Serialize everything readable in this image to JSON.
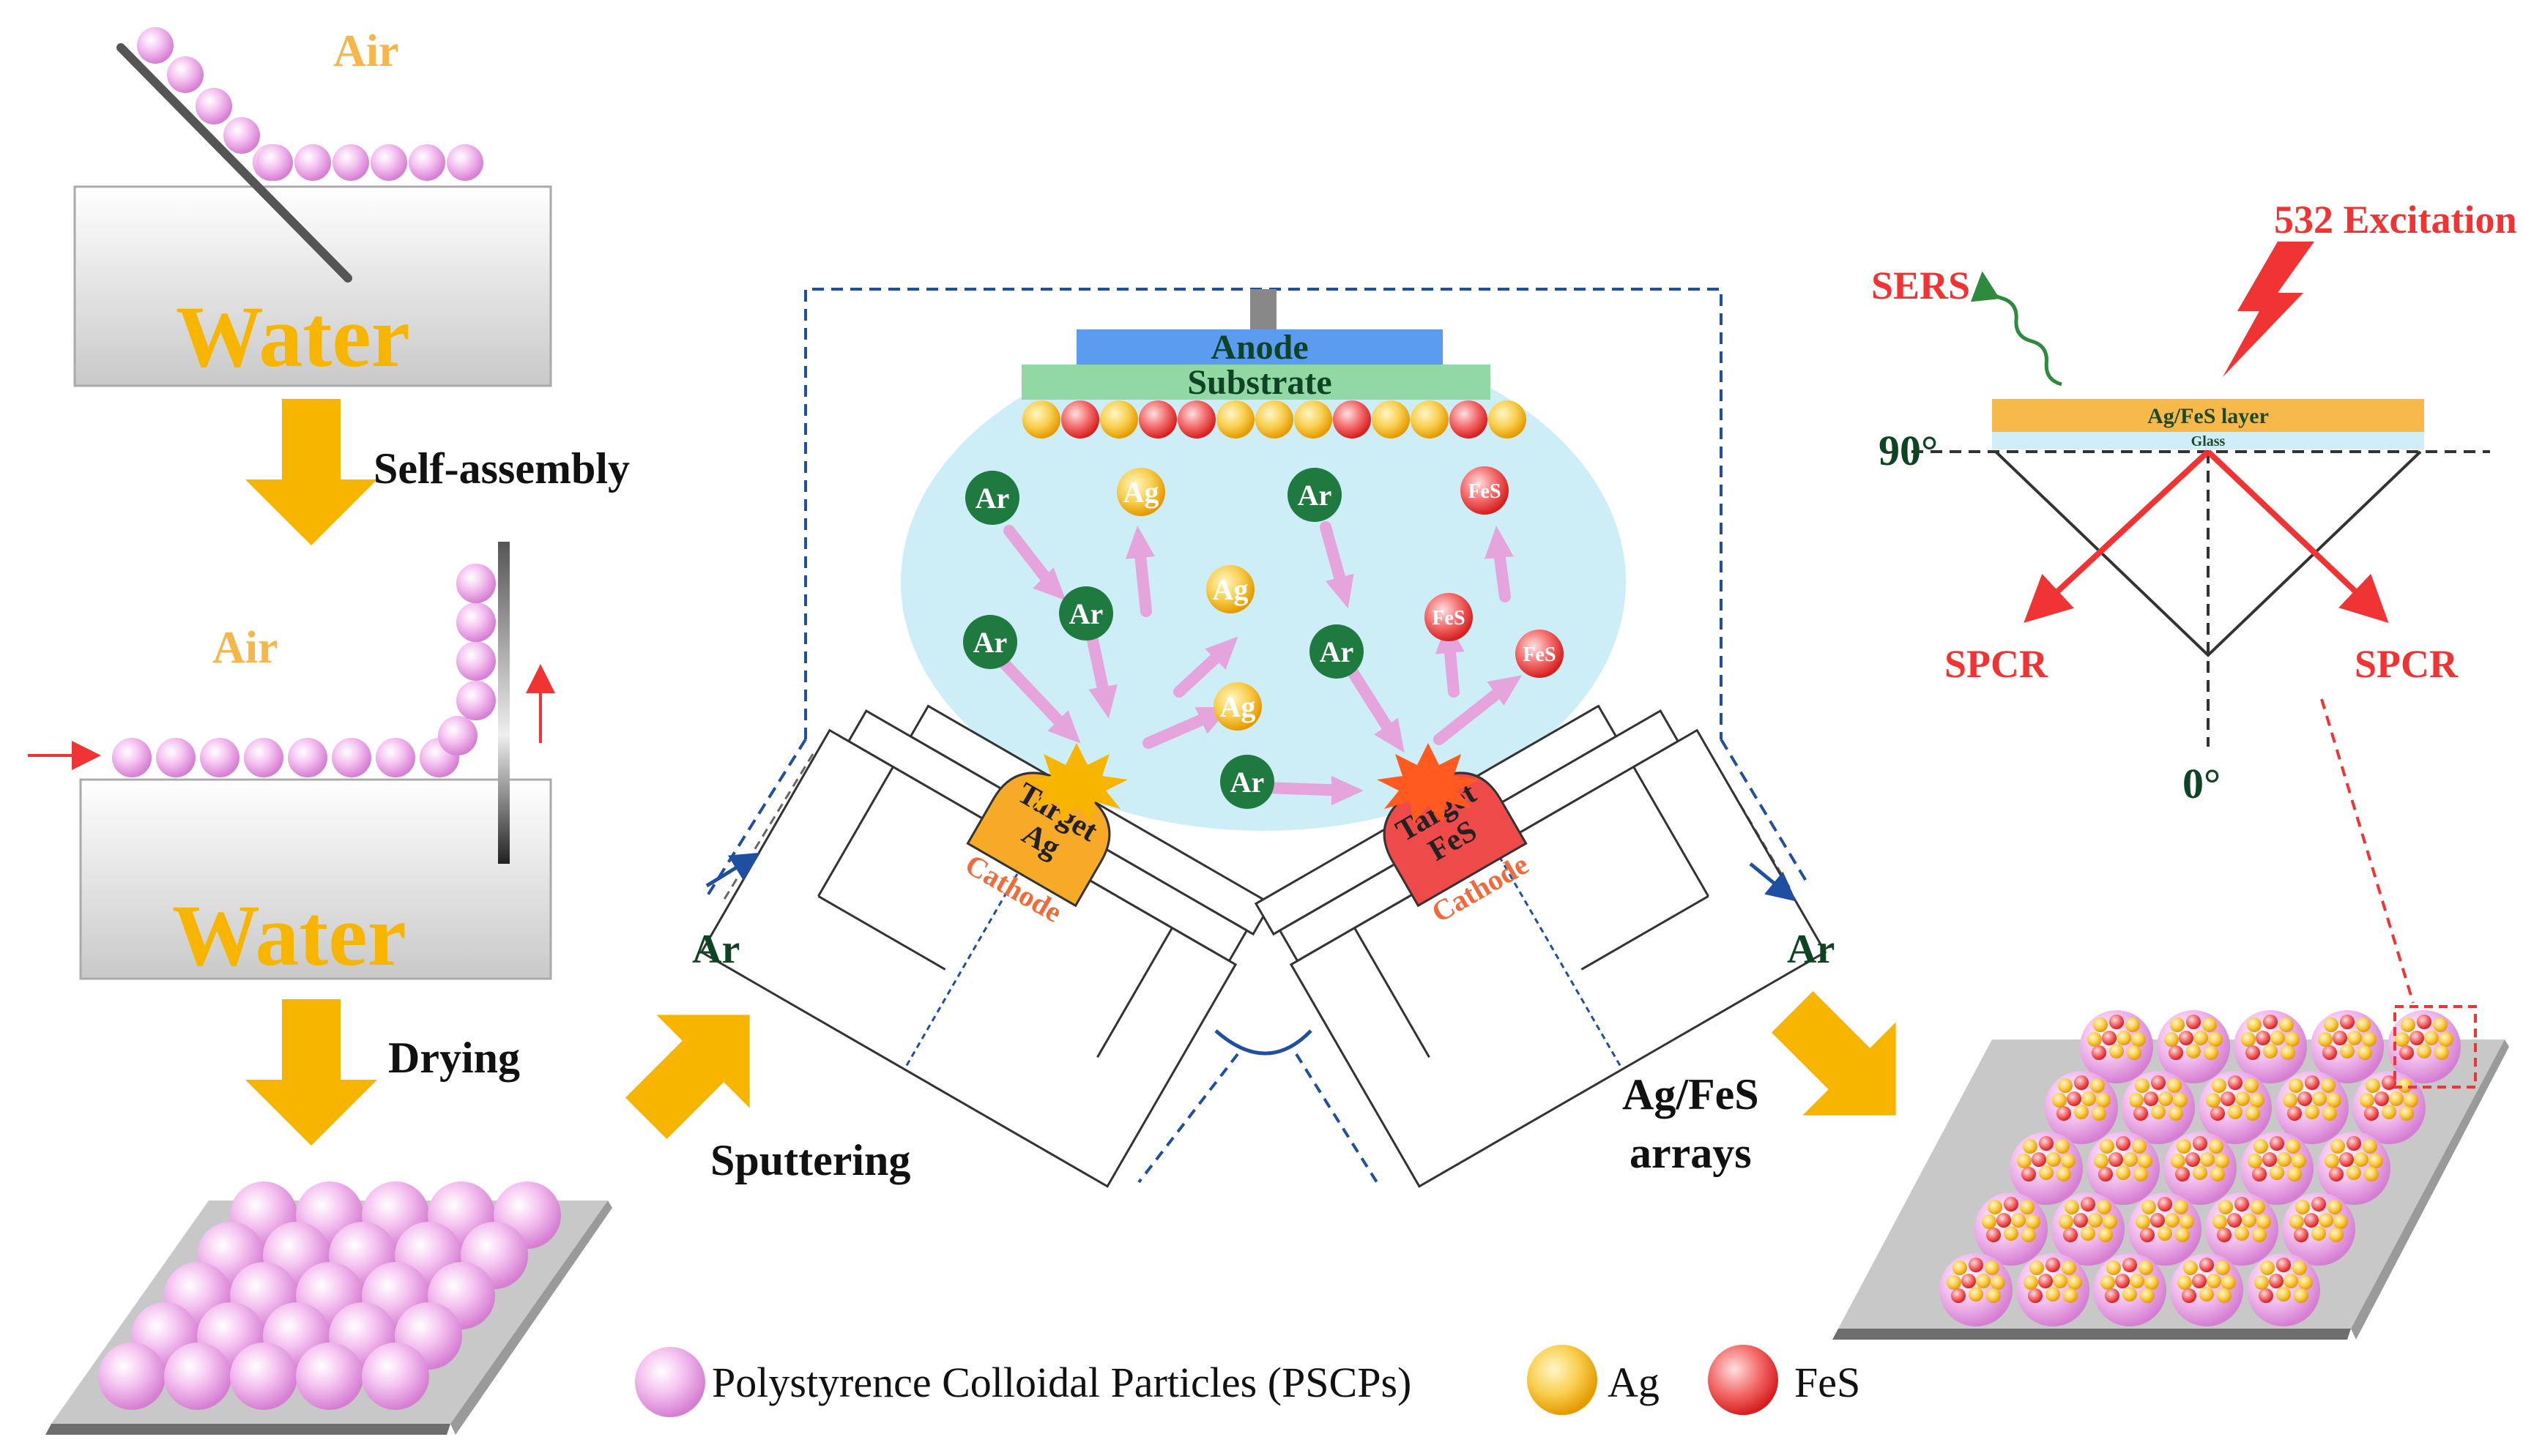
{
  "panel_left": {
    "air_top": "Air",
    "water_top": "Water",
    "self_assembly": "Self-assembly",
    "air_mid": "Air",
    "water_mid": "Water",
    "drying": "Drying"
  },
  "chamber": {
    "anode": "Anode",
    "substrate": "Substrate",
    "target_ag": [
      "Target",
      "Ag"
    ],
    "target_fes": [
      "Target",
      "FeS"
    ],
    "cathode": "Cathode",
    "ar": "Ar",
    "ag": "Ag",
    "fes": "FeS",
    "sputtering": "Sputtering"
  },
  "arrays_label": [
    "Ag/FeS",
    "arrays"
  ],
  "optics": {
    "excitation": "532 Excitation",
    "sers": "SERS",
    "layer": "Ag/FeS layer",
    "glass": "Glass",
    "angle_90": "90°",
    "angle_0": "0°",
    "spcr": "SPCR"
  },
  "legend": {
    "pscp": "Polystyrence Colloidal Particles (PSCPs)",
    "ag": "Ag",
    "fes": "FeS"
  },
  "colors": {
    "pink": "#f0b0ec",
    "gold": "#f7b500",
    "orange_text": "#f7b64a",
    "ag_particle": "#f8c96a",
    "fes_particle": "#ee4a4a",
    "ar_particle": "#1e7a3e",
    "anode": "#5b9bf0",
    "substrate": "#92d8a4",
    "plasma": "#cdeef7",
    "red": "#f03434",
    "blue_dash": "#1f4fa0"
  }
}
